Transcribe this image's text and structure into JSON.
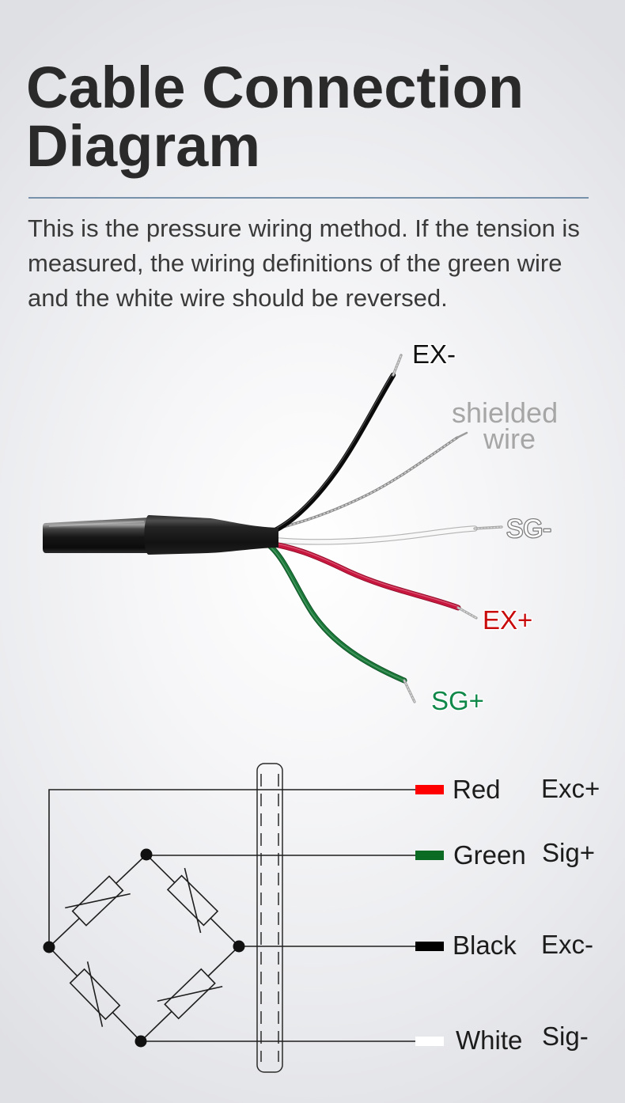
{
  "title": {
    "line1": "Cable Connection",
    "line2": "Diagram"
  },
  "intro": {
    "lines": [
      "This is the pressure wiring method. If the tension is",
      "measured, the wiring definitions of the green wire",
      "and the white wire should be reversed."
    ]
  },
  "cable_labels": {
    "black": {
      "text": "EX-",
      "color": "#111111"
    },
    "shield": {
      "lines": [
        "shielded",
        "wire"
      ],
      "color": "#a6a6a6"
    },
    "white": {
      "text": "SG-",
      "color": "#ffffff"
    },
    "red": {
      "text": "EX+",
      "color": "#c90a0a"
    },
    "green": {
      "text": "SG+",
      "color": "#10884a"
    }
  },
  "legend": [
    {
      "color_name": "Red",
      "signal": "Exc+",
      "swatch": "#ff0000"
    },
    {
      "color_name": "Green",
      "signal": "Sig+",
      "swatch": "#0b6b22"
    },
    {
      "color_name": "Black",
      "signal": "Exc-",
      "swatch": "#000000"
    },
    {
      "color_name": "White",
      "signal": "Sig-",
      "swatch": "#ffffff"
    }
  ]
}
